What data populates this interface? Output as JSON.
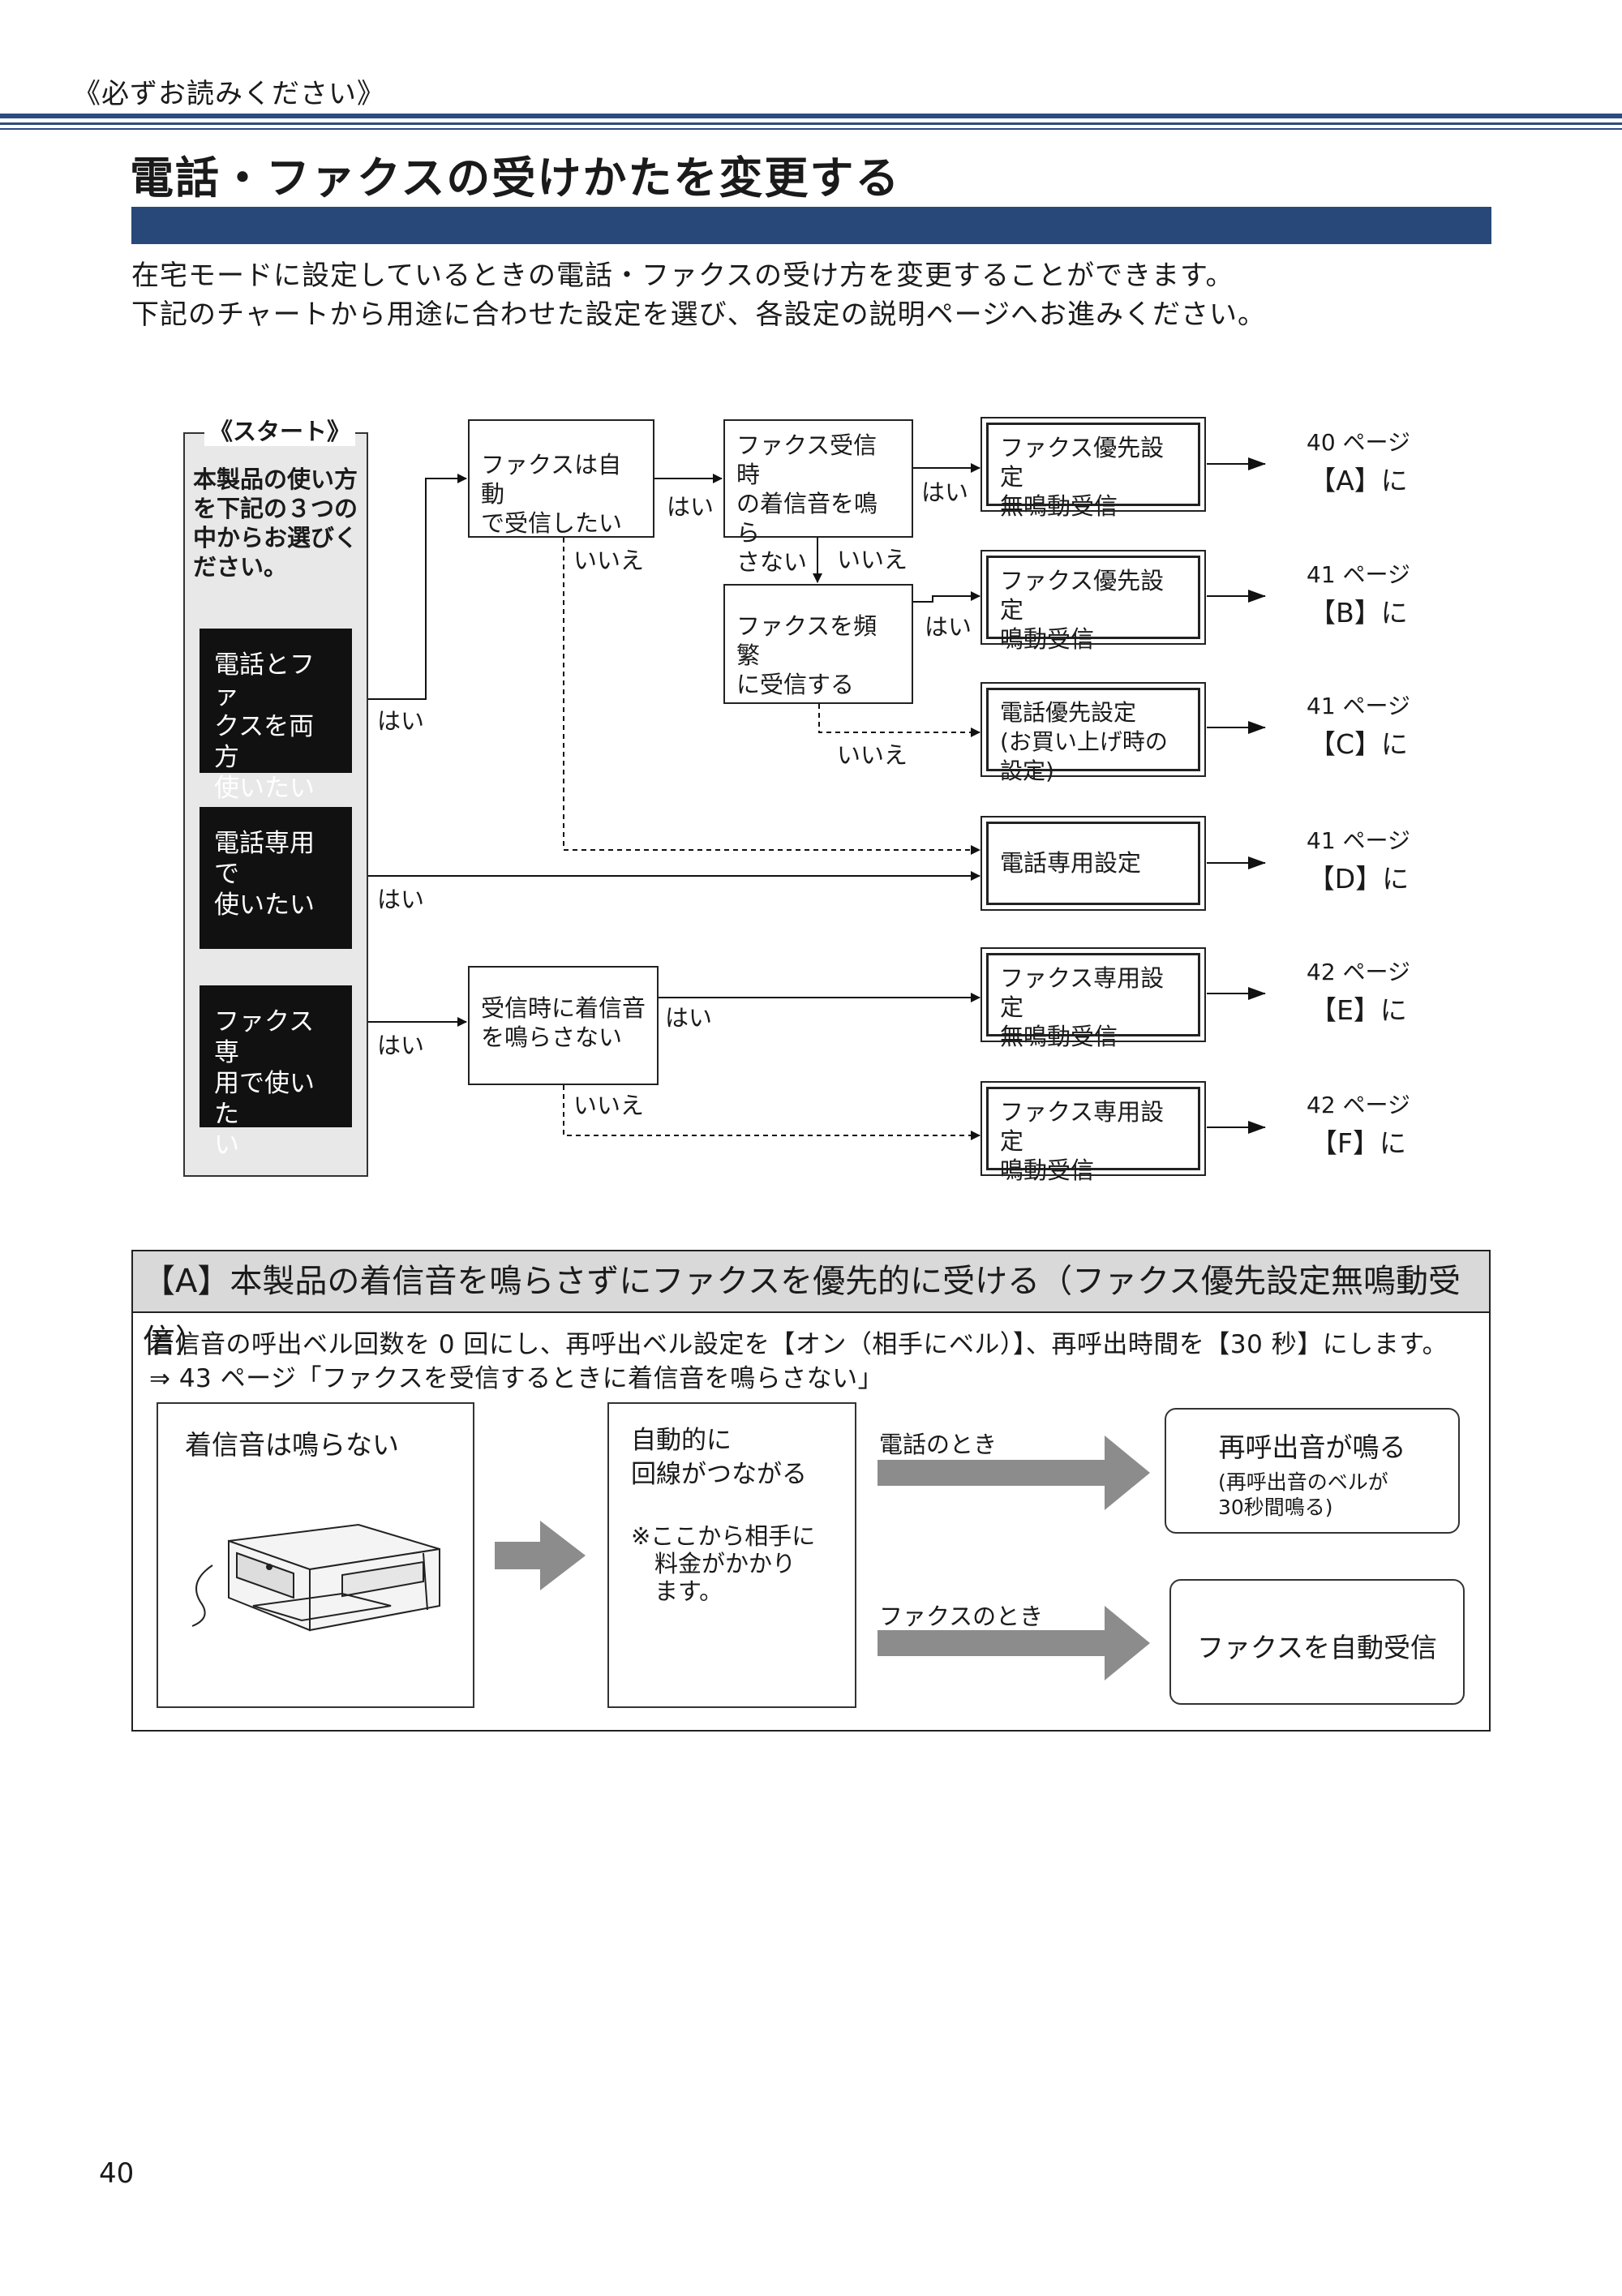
{
  "header": {
    "running_title": "《必ずお読みください》"
  },
  "page": {
    "title": "電話・ファクスの受けかたを変更する",
    "intro": [
      "在宅モードに設定しているときの電話・ファクスの受け方を変更することができます。",
      "下記のチャートから用途に合わせた設定を選び、各設定の説明ページへお進みください。"
    ],
    "page_number": "40"
  },
  "flowchart": {
    "start": {
      "title": "《スタート》",
      "text": "本製品の使い方\nを下記の３つの\n中からお選びく\nださい。"
    },
    "options": [
      "電話とファ\nクスを両方\n使いたい",
      "電話専用で\n使いたい",
      "ファクス専\n用で使いた\nい"
    ],
    "questions": [
      "ファクスは自動\nで受信したい",
      "ファクス受信時\nの着信音を鳴ら\nさない",
      "ファクスを頻繁\nに受信する",
      "受信時に着信音\nを鳴らさない"
    ],
    "yes": "はい",
    "no": "いいえ",
    "results": [
      {
        "label": "ファクス優先設定\n無鳴動受信",
        "page": "40 ページ",
        "letter": "【A】に"
      },
      {
        "label": "ファクス優先設定\n鳴動受信",
        "page": "41 ページ",
        "letter": "【B】に"
      },
      {
        "label": "電話優先設定\n(お買い上げ時の設定)",
        "page": "41 ページ",
        "letter": "【C】に"
      },
      {
        "label": "電話専用設定",
        "page": "41 ページ",
        "letter": "【D】に"
      },
      {
        "label": "ファクス専用設定\n無鳴動受信",
        "page": "42 ページ",
        "letter": "【E】に"
      },
      {
        "label": "ファクス専用設定\n鳴動受信",
        "page": "42 ページ",
        "letter": "【F】に"
      }
    ]
  },
  "section_a": {
    "heading": "【A】本製品の着信音を鳴らさずにファクスを優先的に受ける（ファクス優先設定無鳴動受信）",
    "line1": "着信音の呼出ベル回数を 0 回にし、再呼出ベル設定を【オン（相手にベル）】、再呼出時間を【30 秒】にします。",
    "line2": "⇒ 43 ページ「ファクスを受信するときに着信音を鳴らさない」",
    "panel1_title": "着信音は鳴らない",
    "panel2_title": "自動的に\n回線がつながる",
    "panel2_note": "※ここから相手に\n　料金がかかり\n　ます。",
    "phone_case": "電話のとき",
    "fax_case": "ファクスのとき",
    "result_phone": "再呼出音が鳴る",
    "result_phone_note": "(再呼出音のベルが\n30秒間鳴る)",
    "result_fax": "ファクスを自動受信"
  }
}
